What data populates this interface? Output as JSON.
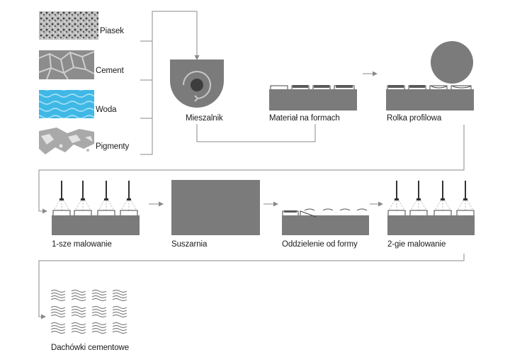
{
  "title": "",
  "colors": {
    "machine": "#7b7b7b",
    "line": "#8a8a8a",
    "water": "#3fb8e6",
    "water_wave": "#a6e0f6",
    "cement": "#8c8c8c",
    "paper": "#ffffff"
  },
  "ingredients": [
    {
      "label": "Piasek",
      "icon": "sand-texture-icon"
    },
    {
      "label": "Cement",
      "icon": "cement-texture-icon"
    },
    {
      "label": "Woda",
      "icon": "water-texture-icon"
    },
    {
      "label": "Pigmenty",
      "icon": "pigment-texture-icon"
    }
  ],
  "steps": [
    {
      "label": "Mieszalnik",
      "icon": "mixer-icon"
    },
    {
      "label": "Materiał na formach",
      "icon": "molds-with-material-icon"
    },
    {
      "label": "Rolka profilowa",
      "icon": "profile-roller-icon"
    },
    {
      "label": "1-sze malowanie",
      "icon": "spray-nozzles-icon"
    },
    {
      "label": "Suszarnia",
      "icon": "drying-chamber-icon"
    },
    {
      "label": "Oddzielenie od formy",
      "icon": "demolding-icon"
    },
    {
      "label": "2-gie malowanie",
      "icon": "spray-nozzles-icon"
    },
    {
      "label": "Dachówki cementowe",
      "icon": "stacked-roof-tiles-icon"
    }
  ]
}
